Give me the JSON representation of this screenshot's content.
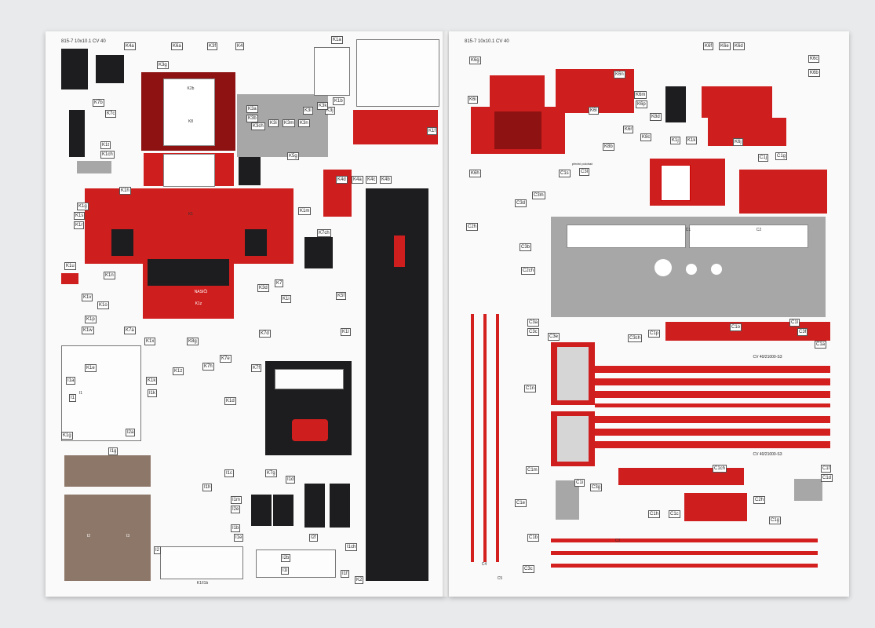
{
  "left_page": {
    "header": "815-7 10x10.1 CV 40",
    "labels": [
      "K4a",
      "K6a",
      "K3f",
      "K4",
      "K1a",
      "K3g",
      "K7b",
      "K7c",
      "K1t",
      "K1ch",
      "K1h",
      "K1g",
      "K1s",
      "K1r",
      "K1u",
      "K1n",
      "K1v",
      "K1o",
      "K1p",
      "K1w",
      "K7a",
      "K1x",
      "K8g",
      "K1z",
      "K1e",
      "I1a",
      "I1",
      "K1g",
      "I2a",
      "K7h",
      "K7e",
      "K7f",
      "K1k",
      "I1k",
      "K1d",
      "I1g",
      "I2",
      "I1c",
      "I1h",
      "I1m",
      "I2e",
      "I1b",
      "I1e",
      "I1d",
      "K7g",
      "I2f",
      "I2b",
      "I1l",
      "I1ch",
      "I1f",
      "K2",
      "K1m",
      "K7ch",
      "K5f",
      "K7d",
      "K1l",
      "K3d",
      "K1i",
      "K7",
      "K5g",
      "K3i",
      "K3m",
      "K3n",
      "K3j",
      "K3k",
      "K1b",
      "K3l",
      "K3a",
      "K3b",
      "K3ch",
      "K4d",
      "K4a",
      "K4c",
      "K4b",
      "K1f"
    ],
    "part_texts": [
      "NASIČI",
      "K2b",
      "K8",
      "K1",
      "K1z",
      "I1",
      "I2",
      "I3",
      "K1/I1b"
    ]
  },
  "right_page": {
    "header": "815-7 10x10.1 CV 40",
    "labels": [
      "K6f",
      "K6e",
      "K6d",
      "K6c",
      "K6b",
      "K6g",
      "K6h",
      "K6m",
      "K6l",
      "K6n",
      "K6i",
      "K6p",
      "K6r",
      "K6j",
      "K8d",
      "K8c",
      "K8b",
      "K1k",
      "K1j",
      "C1j",
      "C1g",
      "C1s",
      "C3l",
      "C3m",
      "C3d",
      "C3b",
      "C2h",
      "C2ch",
      "C3a",
      "C3c",
      "C3e",
      "C3ch",
      "C1l",
      "C3f",
      "C1p",
      "C1o",
      "C1a",
      "C1n",
      "C1m",
      "C1i",
      "C3g",
      "C1ch",
      "C1c",
      "C1h",
      "C1f",
      "C1d",
      "C1e",
      "C2h",
      "C1g",
      "C1b",
      "C3c"
    ],
    "part_texts": [
      "CV 40/21000-S3",
      "CV 40/21000-S3",
      "přední polohač",
      "C1",
      "C2",
      "C3",
      "C4",
      "C5"
    ]
  }
}
